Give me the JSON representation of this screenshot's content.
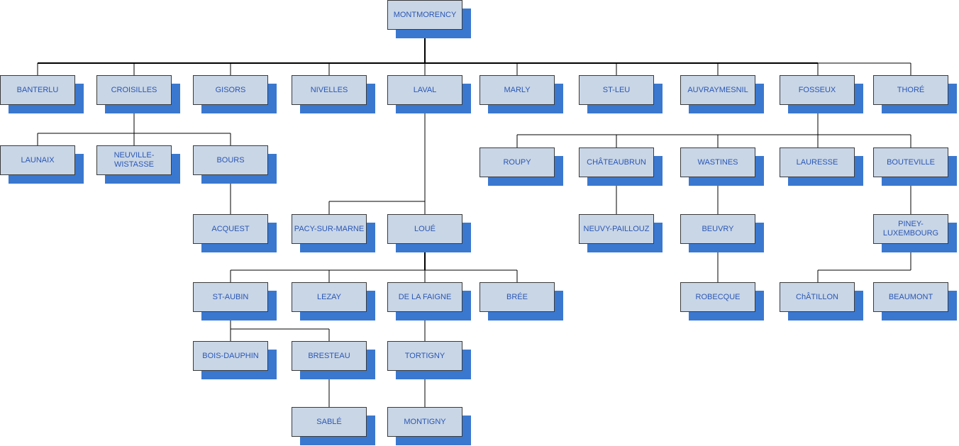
{
  "nodes": {
    "montmorency": "MONTMORENCY",
    "banterlu": "BANTERLU",
    "croisilles": "CROISILLES",
    "gisors": "GISORS",
    "nivelles": "NIVELLES",
    "laval": "LAVAL",
    "marly": "MARLY",
    "st_leu": "ST-LEU",
    "auvraymesnil": "AUVRAYMESNIL",
    "fosseux": "FOSSEUX",
    "thore": "THORÉ",
    "launaix": "LAUNAIX",
    "neuville_wistasse": "NEUVILLE-\nWISTASSE",
    "bours": "BOURS",
    "acquest": "ACQUEST",
    "pacy_sur_marne": "PACY-SUR-MARNE",
    "loue": "LOUÉ",
    "st_aubin": "ST-AUBIN",
    "lezay": "LEZAY",
    "de_la_faigne": "DE LA FAIGNE",
    "bree": "BRÉE",
    "bois_dauphin": "BOIS-DAUPHIN",
    "bresteau": "BRESTEAU",
    "sable": "SABLÉ",
    "tortigny": "TORTIGNY",
    "montigny": "MONTIGNY",
    "roupy": "ROUPY",
    "chateaubrun": "CHÂTEAUBRUN",
    "wastines": "WASTINES",
    "lauresse": "LAURESSE",
    "bouteville": "BOUTEVILLE",
    "neuvy_paillouz": "NEUVY-PAILLOUZ",
    "beuvry": "BEUVRY",
    "robecque": "ROBECQUE",
    "piney_luxembourg": "PINEY-\nLUXEMBOURG",
    "chatillon": "ChÂTILLON",
    "beaumont": "BEAUMONT"
  },
  "colors": {
    "box_fill": "#c9d6e6",
    "shadow": "#3a78d0",
    "text": "#2a57b5",
    "line": "#000000"
  }
}
